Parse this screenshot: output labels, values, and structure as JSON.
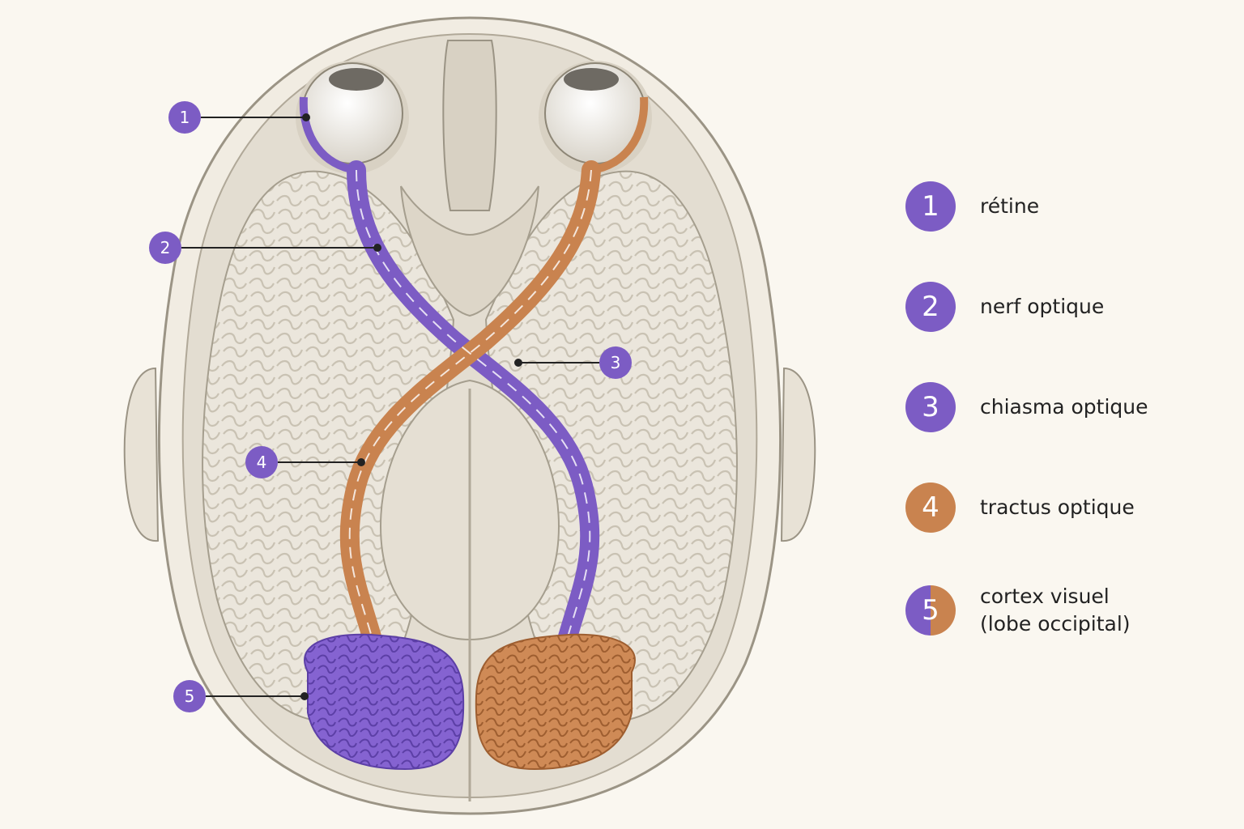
{
  "colors": {
    "left_pathway": "#7c5cc4",
    "right_pathway": "#c9834f",
    "tissue": "#e9e4da",
    "outline": "#9b9485",
    "background": "#faf7f0"
  },
  "callouts": [
    {
      "number": "1",
      "color_key": "left_pathway"
    },
    {
      "number": "2",
      "color_key": "left_pathway"
    },
    {
      "number": "3",
      "color_key": "left_pathway"
    },
    {
      "number": "4",
      "color_key": "left_pathway"
    },
    {
      "number": "5",
      "color_key": "left_pathway"
    }
  ],
  "legend": [
    {
      "number": "1",
      "label": "rétine",
      "color": "#7c5cc4"
    },
    {
      "number": "2",
      "label": "nerf optique",
      "color": "#7c5cc4"
    },
    {
      "number": "3",
      "label": "chiasma optique",
      "color": "#7c5cc4"
    },
    {
      "number": "4",
      "label": "tractus optique",
      "color": "#c9834f"
    },
    {
      "number": "5",
      "label_line1": "cortex visuel",
      "label_line2": "(lobe occipital)",
      "color_split": [
        "#7c5cc4",
        "#c9834f"
      ]
    }
  ]
}
